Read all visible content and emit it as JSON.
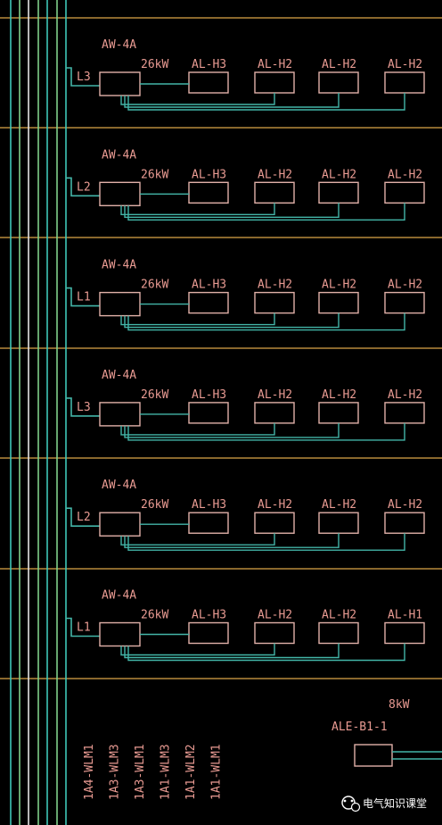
{
  "colors": {
    "background": "#000000",
    "bus_cyan": "#3fc7b8",
    "bus_green": "#7fd08a",
    "bus_white": "#e6e6e6",
    "floor_line": "#b78a3c",
    "wire": "#43b5a8",
    "box": "#e0b0a8",
    "text": "#e89a92"
  },
  "floors": [
    {
      "panel": "AW-4A",
      "power": "26kW",
      "phase": "L3",
      "subpanels": [
        "AL-H3",
        "AL-H2",
        "AL-H2",
        "AL-H2"
      ]
    },
    {
      "panel": "AW-4A",
      "power": "26kW",
      "phase": "L2",
      "subpanels": [
        "AL-H3",
        "AL-H2",
        "AL-H2",
        "AL-H2"
      ]
    },
    {
      "panel": "AW-4A",
      "power": "26kW",
      "phase": "L1",
      "subpanels": [
        "AL-H3",
        "AL-H2",
        "AL-H2",
        "AL-H2"
      ]
    },
    {
      "panel": "AW-4A",
      "power": "26kW",
      "phase": "L3",
      "subpanels": [
        "AL-H3",
        "AL-H2",
        "AL-H2",
        "AL-H2"
      ]
    },
    {
      "panel": "AW-4A",
      "power": "26kW",
      "phase": "L2",
      "subpanels": [
        "AL-H3",
        "AL-H2",
        "AL-H2",
        "AL-H2"
      ]
    },
    {
      "panel": "AW-4A",
      "power": "26kW",
      "phase": "L1",
      "subpanels": [
        "AL-H3",
        "AL-H2",
        "AL-H2",
        "AL-H1"
      ]
    }
  ],
  "cables": [
    "1A4-WLM1",
    "1A3-WLM3",
    "1A3-WLM1",
    "1A1-WLM3",
    "1A1-WLM2",
    "1A1-WLM1"
  ],
  "emergency": {
    "power": "8kW",
    "panel": "ALE-B1-1"
  },
  "watermark": {
    "icon": "wechat-icon",
    "text": "电气知识课堂"
  }
}
